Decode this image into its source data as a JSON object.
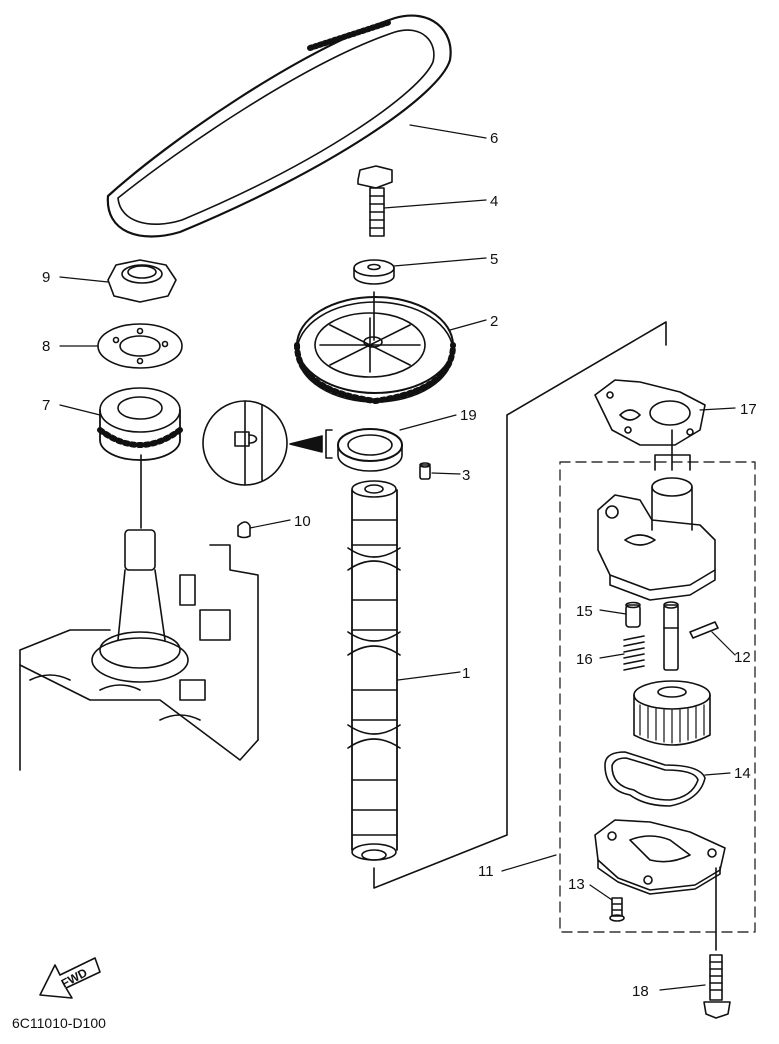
{
  "colors": {
    "ink": "#111111",
    "paper": "#ffffff",
    "dash": "#333333"
  },
  "diagram": {
    "code": "6C11010-D100",
    "fwd_label": "FWD",
    "callouts": [
      "1",
      "2",
      "3",
      "4",
      "5",
      "6",
      "7",
      "8",
      "9",
      "10",
      "11",
      "12",
      "13",
      "14",
      "15",
      "16",
      "17",
      "18",
      "19"
    ]
  }
}
